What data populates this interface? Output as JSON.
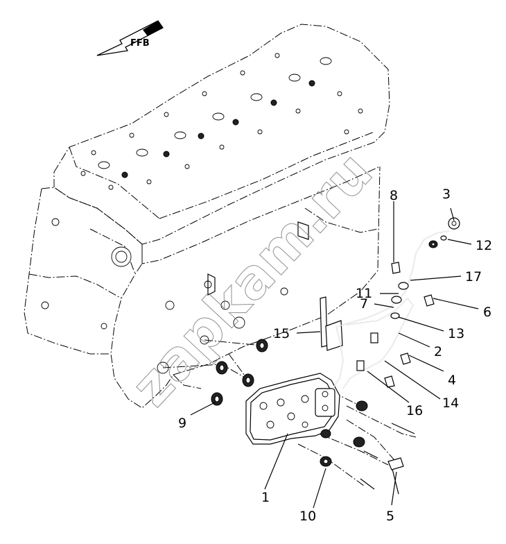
{
  "diagram": {
    "direction_label": "FFB",
    "watermark": "zapkam.ru",
    "callouts": [
      "1",
      "2",
      "3",
      "4",
      "5",
      "6",
      "7",
      "8",
      "9",
      "10",
      "11",
      "12",
      "13",
      "14",
      "15",
      "16",
      "17"
    ]
  },
  "colors": {
    "ink": "#000000",
    "background": "#ffffff",
    "watermark": "#777777"
  }
}
